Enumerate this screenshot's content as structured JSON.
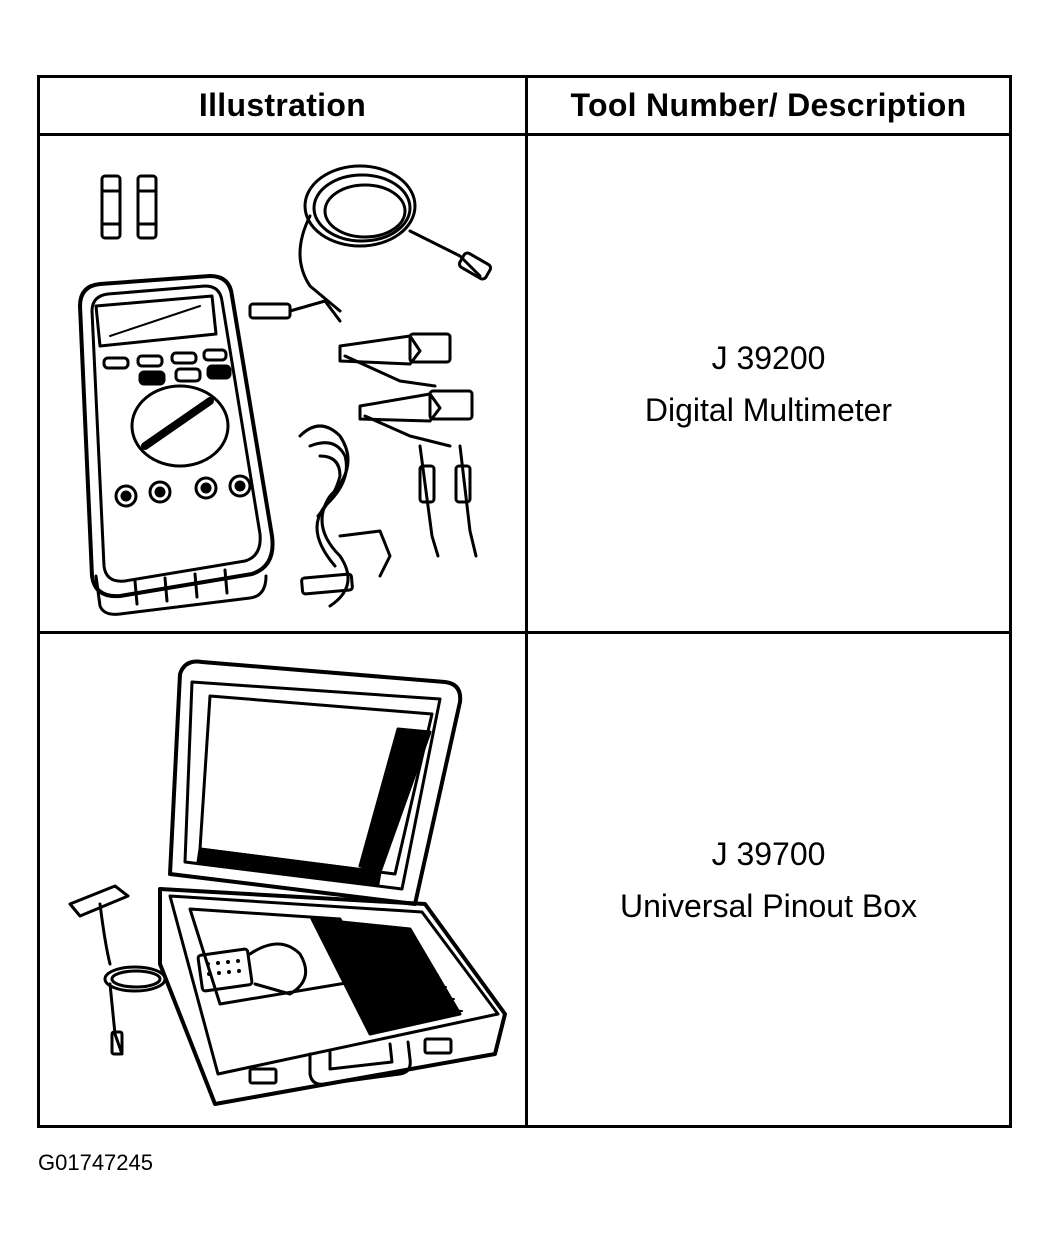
{
  "table": {
    "headers": {
      "illustration": "Illustration",
      "description": "Tool Number/ Description"
    },
    "rows": [
      {
        "tool_number": "J 39200",
        "description": "Digital Multimeter",
        "illustration_icon": "digital-multimeter-kit-icon"
      },
      {
        "tool_number": "J 39700",
        "description": "Universal Pinout Box",
        "illustration_icon": "pinout-box-case-icon"
      }
    ]
  },
  "figure_code": "G01747245"
}
